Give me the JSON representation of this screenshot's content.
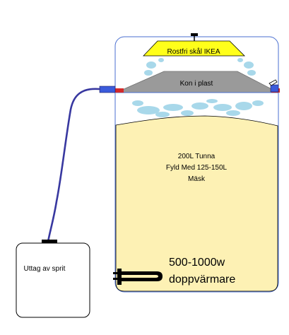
{
  "diagram": {
    "bowl_label": "Rostfri skål IKEA",
    "cone_label": "Kon i plast",
    "barrel_label_lines": [
      "200L Tunna",
      "Fyld Med 125-150L",
      "Mäsk"
    ],
    "collector_label": "Uttag av sprit",
    "heater_label_lines": [
      "500-1000w",
      "doppvärmare"
    ]
  },
  "colors": {
    "barrel_outline": "#4a6fd0",
    "mash_fill": "#fdf1b4",
    "bowl_fill": "#ffff1a",
    "cone_fill": "#9a9a9a",
    "steam": "#a8d8ea",
    "tube": "#3838a0",
    "outlet": "#3b5bdb",
    "heater": "#000000"
  }
}
